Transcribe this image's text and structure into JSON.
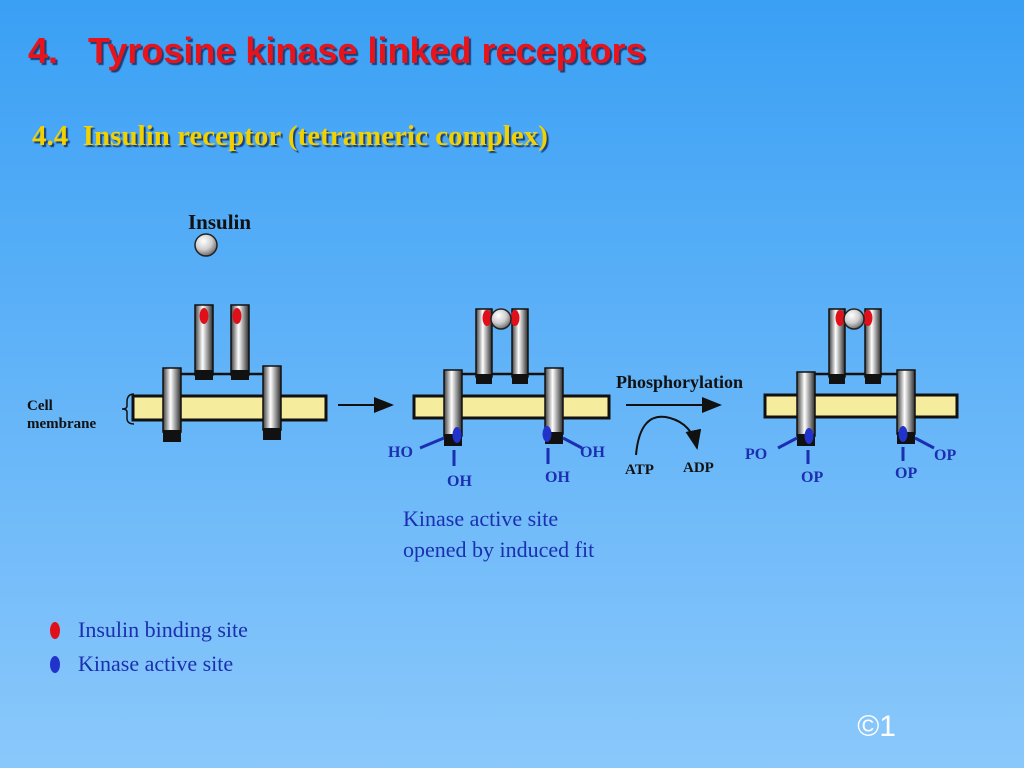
{
  "slide": {
    "title": "4.   Tyrosine kinase linked receptors",
    "subtitle": "4.4  Insulin receptor (tetrameric complex)",
    "number": "©1"
  },
  "diagram": {
    "insulin_label": "Insulin",
    "membrane_label": [
      "Cell",
      "membrane"
    ],
    "reaction_label": "Phosphorylation",
    "atp_label": "ATP",
    "adp_label": "ADP",
    "stage2_groups": [
      "HO",
      "OH",
      "OH",
      "OH"
    ],
    "stage3_groups": [
      "PO",
      "OP",
      "OP",
      "OP"
    ],
    "note": [
      "Kinase active site",
      "opened by induced fit"
    ]
  },
  "legend": [
    {
      "label": "Insulin binding site",
      "color": "#e0101a"
    },
    {
      "label": "Kinase active site",
      "color": "#2233cc"
    }
  ],
  "colors": {
    "background": "#4aa8f6",
    "title": "#e8141b",
    "subtitle": "#f2d100",
    "membrane": "#f6ec9e",
    "insulin_site": "#e0101a",
    "kinase_site": "#2233cc",
    "text_blue": "#1b2fb0"
  }
}
